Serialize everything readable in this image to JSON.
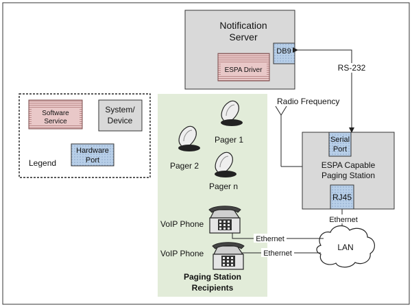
{
  "notification_server": {
    "line1": "Notification",
    "line2": "Server"
  },
  "espa_driver": {
    "label": "ESPA Driver"
  },
  "db9": {
    "label": "DB9"
  },
  "rs232": {
    "label": "RS-232"
  },
  "radio_frequency": {
    "label": "Radio Frequency"
  },
  "paging_station": {
    "line1": "ESPA Capable",
    "line2": "Paging Station"
  },
  "serial_port": {
    "line1": "Serial",
    "line2": "Port"
  },
  "rj45": {
    "label": "RJ45"
  },
  "ethernet_labels": {
    "station": "Ethernet",
    "phone1": "Ethernet",
    "phone2": "Ethernet"
  },
  "lan": {
    "label": "LAN"
  },
  "legend": {
    "title": "Legend",
    "software": {
      "line1": "Software",
      "line2": "Service"
    },
    "system": {
      "line1": "System/",
      "line2": "Device"
    },
    "hardware": {
      "line1": "Hardware",
      "line2": "Port"
    }
  },
  "pagers": [
    "Pager 1",
    "Pager 2",
    "Pager n"
  ],
  "phones": [
    "VoIP Phone",
    "VoIP Phone"
  ],
  "recipients": {
    "line1": "Paging Station",
    "line2": "Recipients"
  },
  "colors": {
    "server_fill": "#d9d9d9",
    "software_fill": "#e9c8c8",
    "hardware_fill": "#b8cfe8",
    "recipients_fill": "#e2ecd9"
  }
}
